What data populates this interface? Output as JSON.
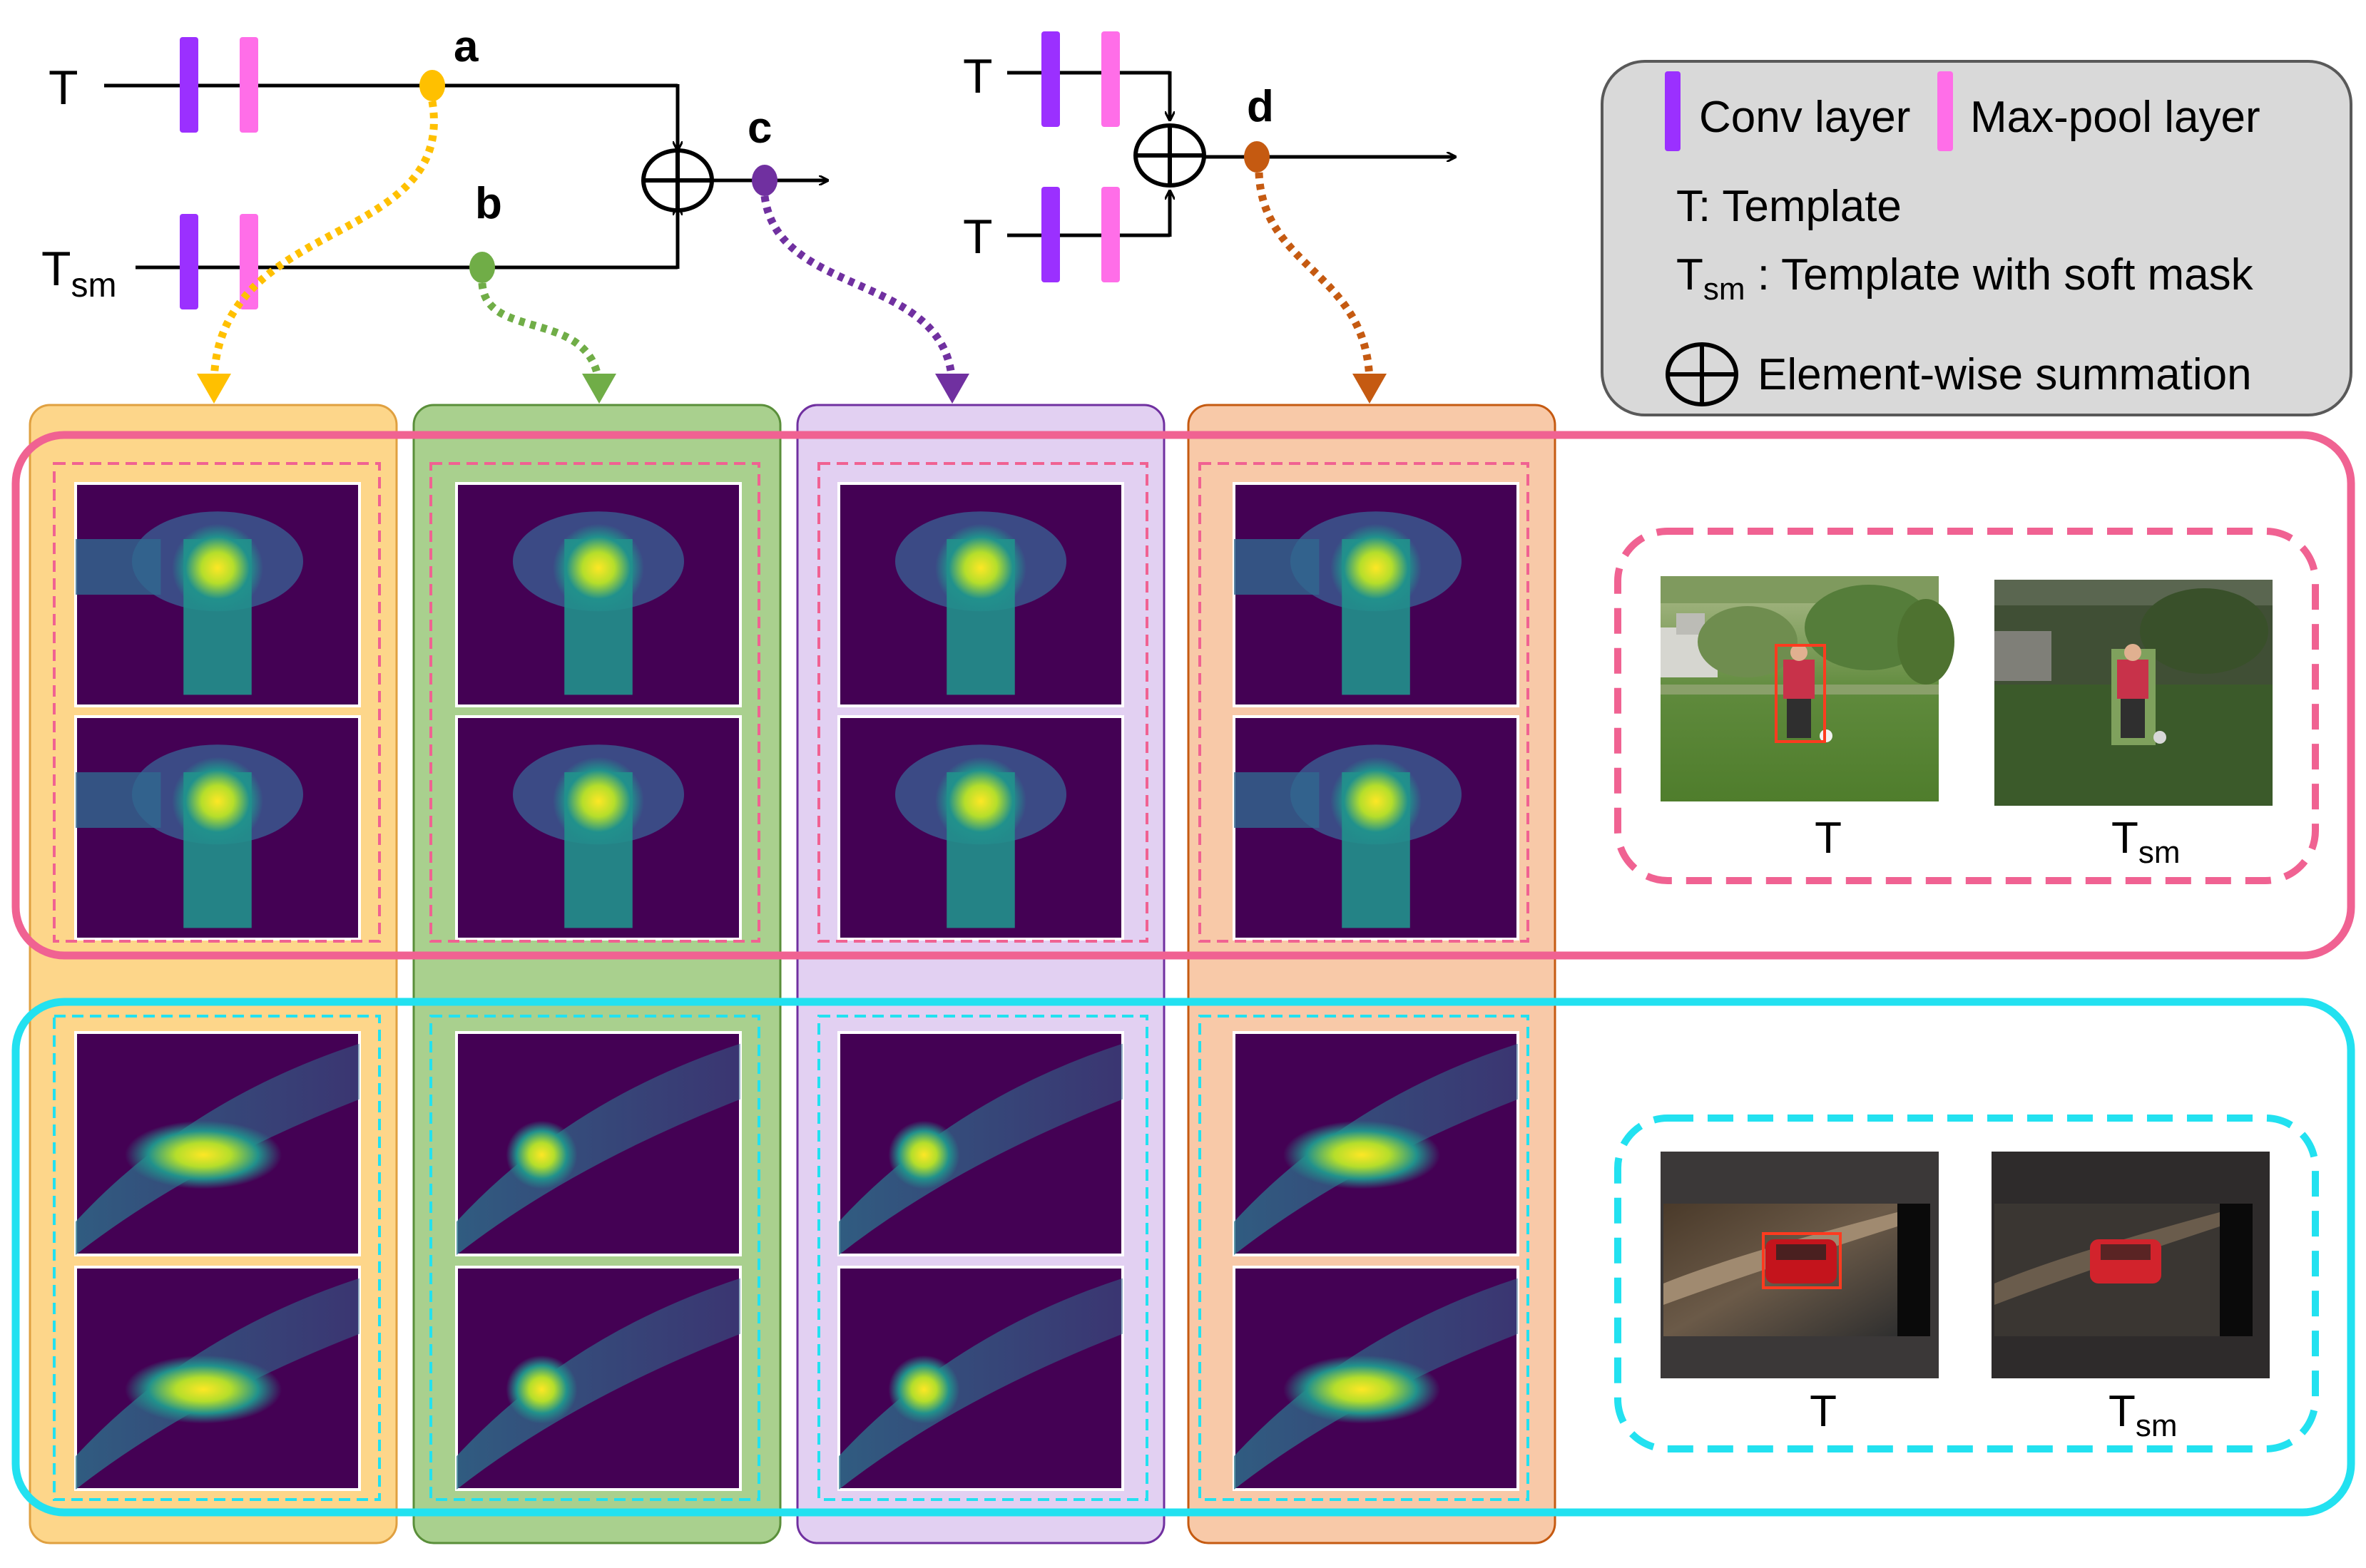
{
  "diagram": {
    "points": [
      "a",
      "b",
      "c",
      "d"
    ],
    "inputs": {
      "top_left": "T",
      "bottom_left_main": "T",
      "bottom_left_sub": "sm",
      "top_right": "T",
      "bottom_right": "T"
    }
  },
  "legend": {
    "conv_label": "Conv layer",
    "pool_label": "Max-pool layer",
    "t_def": "T: Template",
    "tsm_main": "T",
    "tsm_sub": "sm",
    "tsm_def": " : Template with soft mask",
    "sum_label": "Element-wise summation"
  },
  "examples": {
    "row1": {
      "t_label": "T",
      "tsm_main": "T",
      "tsm_sub": "sm"
    },
    "row2": {
      "t_label": "T",
      "tsm_main": "T",
      "tsm_sub": "sm"
    }
  },
  "colors": {
    "conv": "#9b30ff",
    "pool": "#ff6ee8",
    "a": "#ffc000",
    "b": "#70ad47",
    "c": "#7030a0",
    "d": "#c55a11",
    "row1_frame": "#f06292",
    "row2_frame": "#22e1f0",
    "col_a_bg": "#fdd68a",
    "col_b_bg": "#a9d08e",
    "col_c_bg": "#e2d0f2",
    "col_d_bg": "#f8c9a8",
    "legend_bg": "#d9d9d9",
    "heat_dark": "#440154",
    "heat_mid": "#21918c",
    "heat_bright": "#fde725"
  }
}
